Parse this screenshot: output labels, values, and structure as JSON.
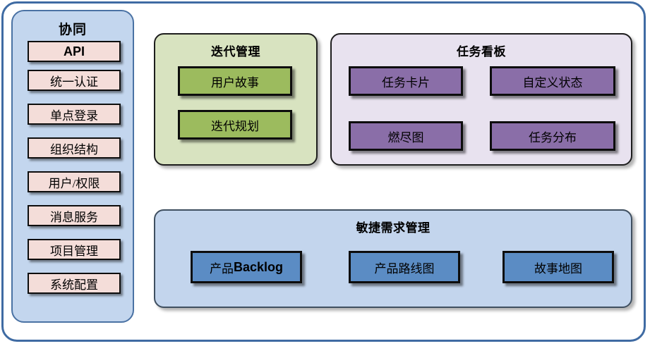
{
  "diagram": {
    "background": "#ffffff",
    "frame_color": "#3f6ba3"
  },
  "sidebar": {
    "title": "协同",
    "background": "#c3d6ee",
    "border": "#4a72a4",
    "item_color": "#f4ddd9",
    "items": [
      {
        "label": "API",
        "bold": true
      },
      {
        "label": "统一认证",
        "bold": false
      },
      {
        "label": "单点登录",
        "bold": false
      },
      {
        "label": "组织结构",
        "bold": false
      },
      {
        "label": "用户/权限",
        "bold": false
      },
      {
        "label": "消息服务",
        "bold": false
      },
      {
        "label": "项目管理",
        "bold": false
      },
      {
        "label": "系统配置",
        "bold": false
      }
    ]
  },
  "panels": [
    {
      "id": "iteration-management",
      "title": "迭代管理",
      "background": "#d8e3c0",
      "box_color": "#9cbb5e",
      "boxes": [
        {
          "label": "用户故事"
        },
        {
          "label": "迭代规划"
        }
      ]
    },
    {
      "id": "task-board",
      "title": "任务看板",
      "background": "#e8e2ef",
      "box_color": "#8a6ea8",
      "boxes": [
        {
          "label": "任务卡片"
        },
        {
          "label": "自定义状态"
        },
        {
          "label": "燃尽图"
        },
        {
          "label": "任务分布"
        }
      ]
    },
    {
      "id": "agile-requirements",
      "title": "敏捷需求管理",
      "background": "#c3d5ed",
      "box_color": "#5b8cc4",
      "boxes": [
        {
          "label_prefix": "产品",
          "label_bold": "Backlog",
          "label": "产品Backlog"
        },
        {
          "label": "产品路线图"
        },
        {
          "label": "故事地图"
        }
      ]
    }
  ]
}
